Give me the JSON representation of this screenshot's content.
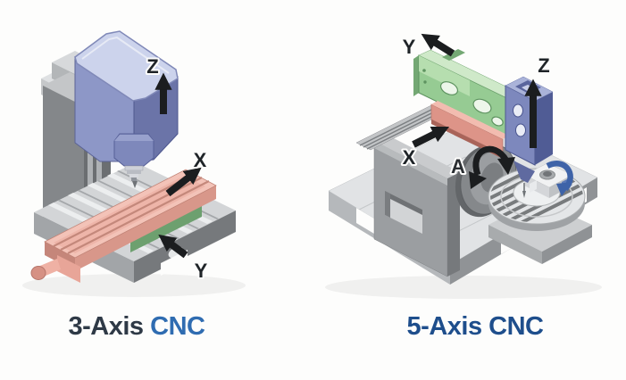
{
  "page": {
    "background": "#fdfdfc"
  },
  "figures": {
    "left": {
      "caption": {
        "prefix": "3-Axis",
        "suffix": "CNC"
      },
      "axes": {
        "z": "Z",
        "x": "X",
        "y": "Y"
      }
    },
    "right": {
      "caption": "5-Axis CNC",
      "axes": {
        "y": "Y",
        "z": "Z",
        "x": "X",
        "a": "A"
      }
    }
  },
  "colors": {
    "caption_dark": "#2e3946",
    "caption_blue": "#2f6cb1",
    "caption_navy": "#1e4e8c",
    "axis_arrow_black": "#1b1d1f",
    "rotation_arrow_blue": "#3e63a8",
    "head_blue": "#8d97c7",
    "head_top_blue": "#ccd3ec",
    "table_salmon": "#f3c3b8",
    "saddle_green": "#8fbe8f",
    "beam_green": "#96cb93",
    "spindle_blue": "#7d88bd",
    "machine_gray": "#9b9ea1",
    "axis_label_text": "#1f2428"
  }
}
